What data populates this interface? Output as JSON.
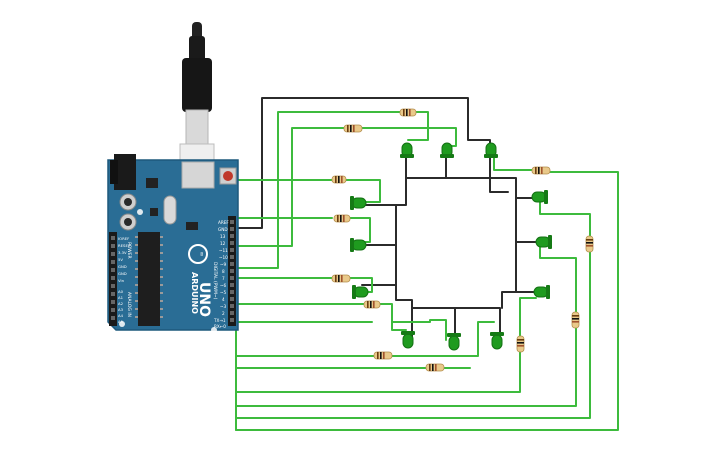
{
  "board": {
    "brand": "ARDUINO",
    "model": "UNO",
    "digital_label": "DIGITAL (PWM~)",
    "analog_label": "ANALOG IN",
    "power_label": "POWER",
    "power_pins": [
      "IOREF",
      "RESET",
      "3.3V",
      "5V",
      "GND",
      "GND",
      "Vin"
    ],
    "analog_pins": [
      "A0",
      "A1",
      "A2",
      "A3",
      "A4",
      "A5"
    ],
    "digital_pins": [
      "AREF",
      "GND",
      "13",
      "12",
      "~11",
      "~10",
      "~9",
      "8",
      "7",
      "~6",
      "~5",
      "4",
      "~3",
      "2",
      "TX→1",
      "RX←0"
    ]
  },
  "colors": {
    "board": "#2a6d95",
    "board_dark": "#1d587c",
    "wire_green": "#3dbb3d",
    "wire_black": "#2b2b2b",
    "led_green": "#1f9b1f",
    "resistor_body": "#e9c98a"
  },
  "components": {
    "leds": 12,
    "resistors": 12
  }
}
